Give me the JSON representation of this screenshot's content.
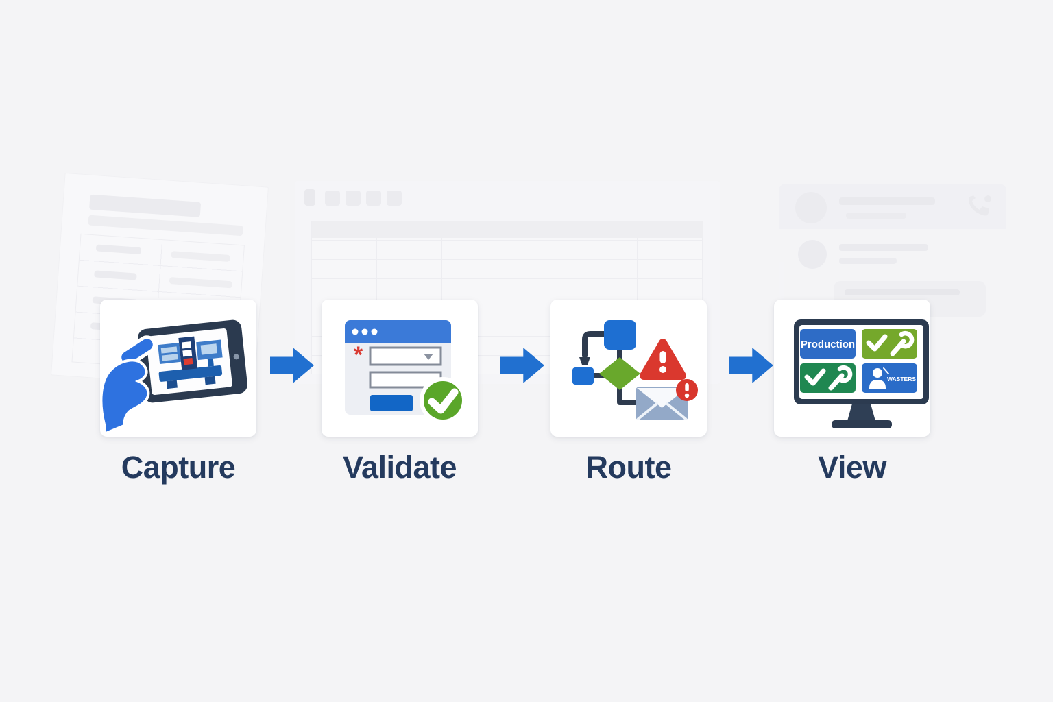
{
  "diagram": {
    "title": "",
    "type": "process-flow",
    "steps": [
      {
        "label": "Capture",
        "icon": "tablet-machine-capture-icon"
      },
      {
        "label": "Validate",
        "icon": "form-validation-icon"
      },
      {
        "label": "Route",
        "icon": "workflow-routing-icon"
      },
      {
        "label": "View",
        "icon": "dashboard-monitor-icon"
      }
    ],
    "connector_icon": "arrow-right-icon"
  },
  "validate_form": {
    "required_marker": "*"
  },
  "view_monitor": {
    "tiles": [
      {
        "label": "Production",
        "color": "#2e6cc6",
        "icons": []
      },
      {
        "label": "",
        "color": "#75a82b",
        "icons": [
          "check-icon",
          "wrench-icon"
        ]
      },
      {
        "label": "",
        "color": "#1f8751",
        "icons": [
          "check-icon",
          "wrench-icon"
        ]
      },
      {
        "label": "WASTERS",
        "color": "#2a6cc8",
        "icons": [
          "person-icon"
        ]
      }
    ]
  },
  "colors": {
    "background": "#f4f4f6",
    "accent_blue": "#2170d0",
    "navy_text": "#243a5e",
    "success_green": "#5aa629",
    "flow_green": "#69a82c",
    "alert_red": "#da382e",
    "tile_lime": "#75a82b",
    "tile_green": "#1f8751",
    "envelope_slate": "#93a9c8",
    "dark_frame": "#2c3b50"
  }
}
